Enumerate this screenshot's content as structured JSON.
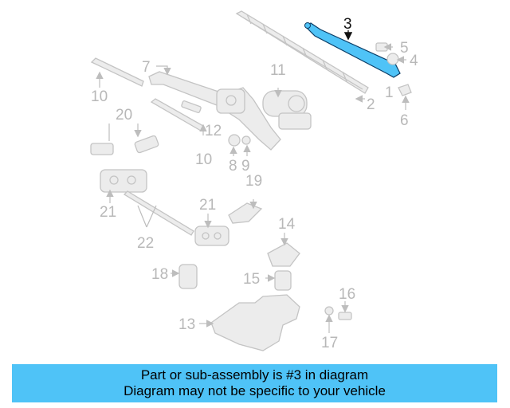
{
  "diagram": {
    "highlight_color": "#4fc3f7",
    "highlighted_callout": "3",
    "callouts": {
      "c1": "1",
      "c2": "2",
      "c3": "3",
      "c4": "4",
      "c5": "5",
      "c6": "6",
      "c7": "7",
      "c8": "8",
      "c9": "9",
      "c10a": "10",
      "c10b": "10",
      "c11": "11",
      "c12": "12",
      "c13": "13",
      "c14": "14",
      "c15": "15",
      "c16": "16",
      "c17": "17",
      "c18": "18",
      "c19": "19",
      "c20": "20",
      "c21a": "21",
      "c21b": "21",
      "c22": "22"
    }
  },
  "banner": {
    "line1": "Part or sub-assembly is #3 in diagram",
    "line2": "Diagram may not be specific to your vehicle"
  }
}
